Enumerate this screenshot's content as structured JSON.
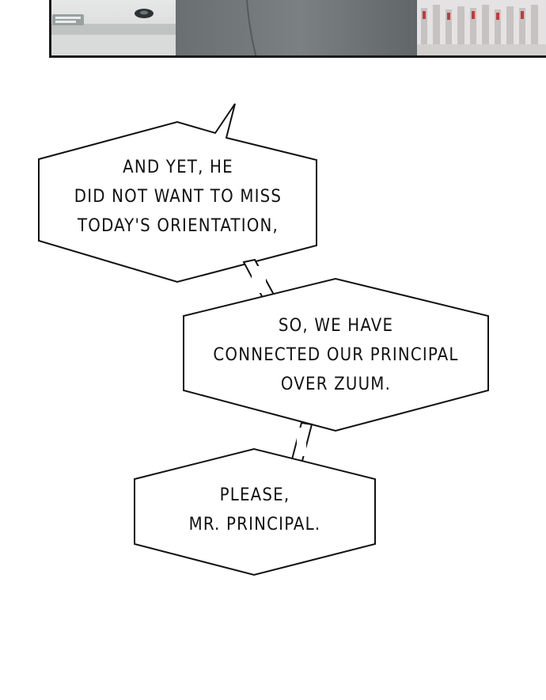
{
  "bubbles": [
    {
      "lines": [
        "AND YET, HE",
        "DID NOT WANT TO MISS",
        "TODAY'S ORIENTATION,"
      ]
    },
    {
      "lines": [
        "SO, WE HAVE",
        "CONNECTED OUR PRINCIPAL",
        "OVER ZUUM."
      ]
    },
    {
      "lines": [
        "PLEASE,",
        "MR. PRINCIPAL."
      ]
    }
  ],
  "colors": {
    "panel_border": "#1a1a1a",
    "bubble_stroke": "#111111",
    "bubble_fill": "#ffffff"
  }
}
